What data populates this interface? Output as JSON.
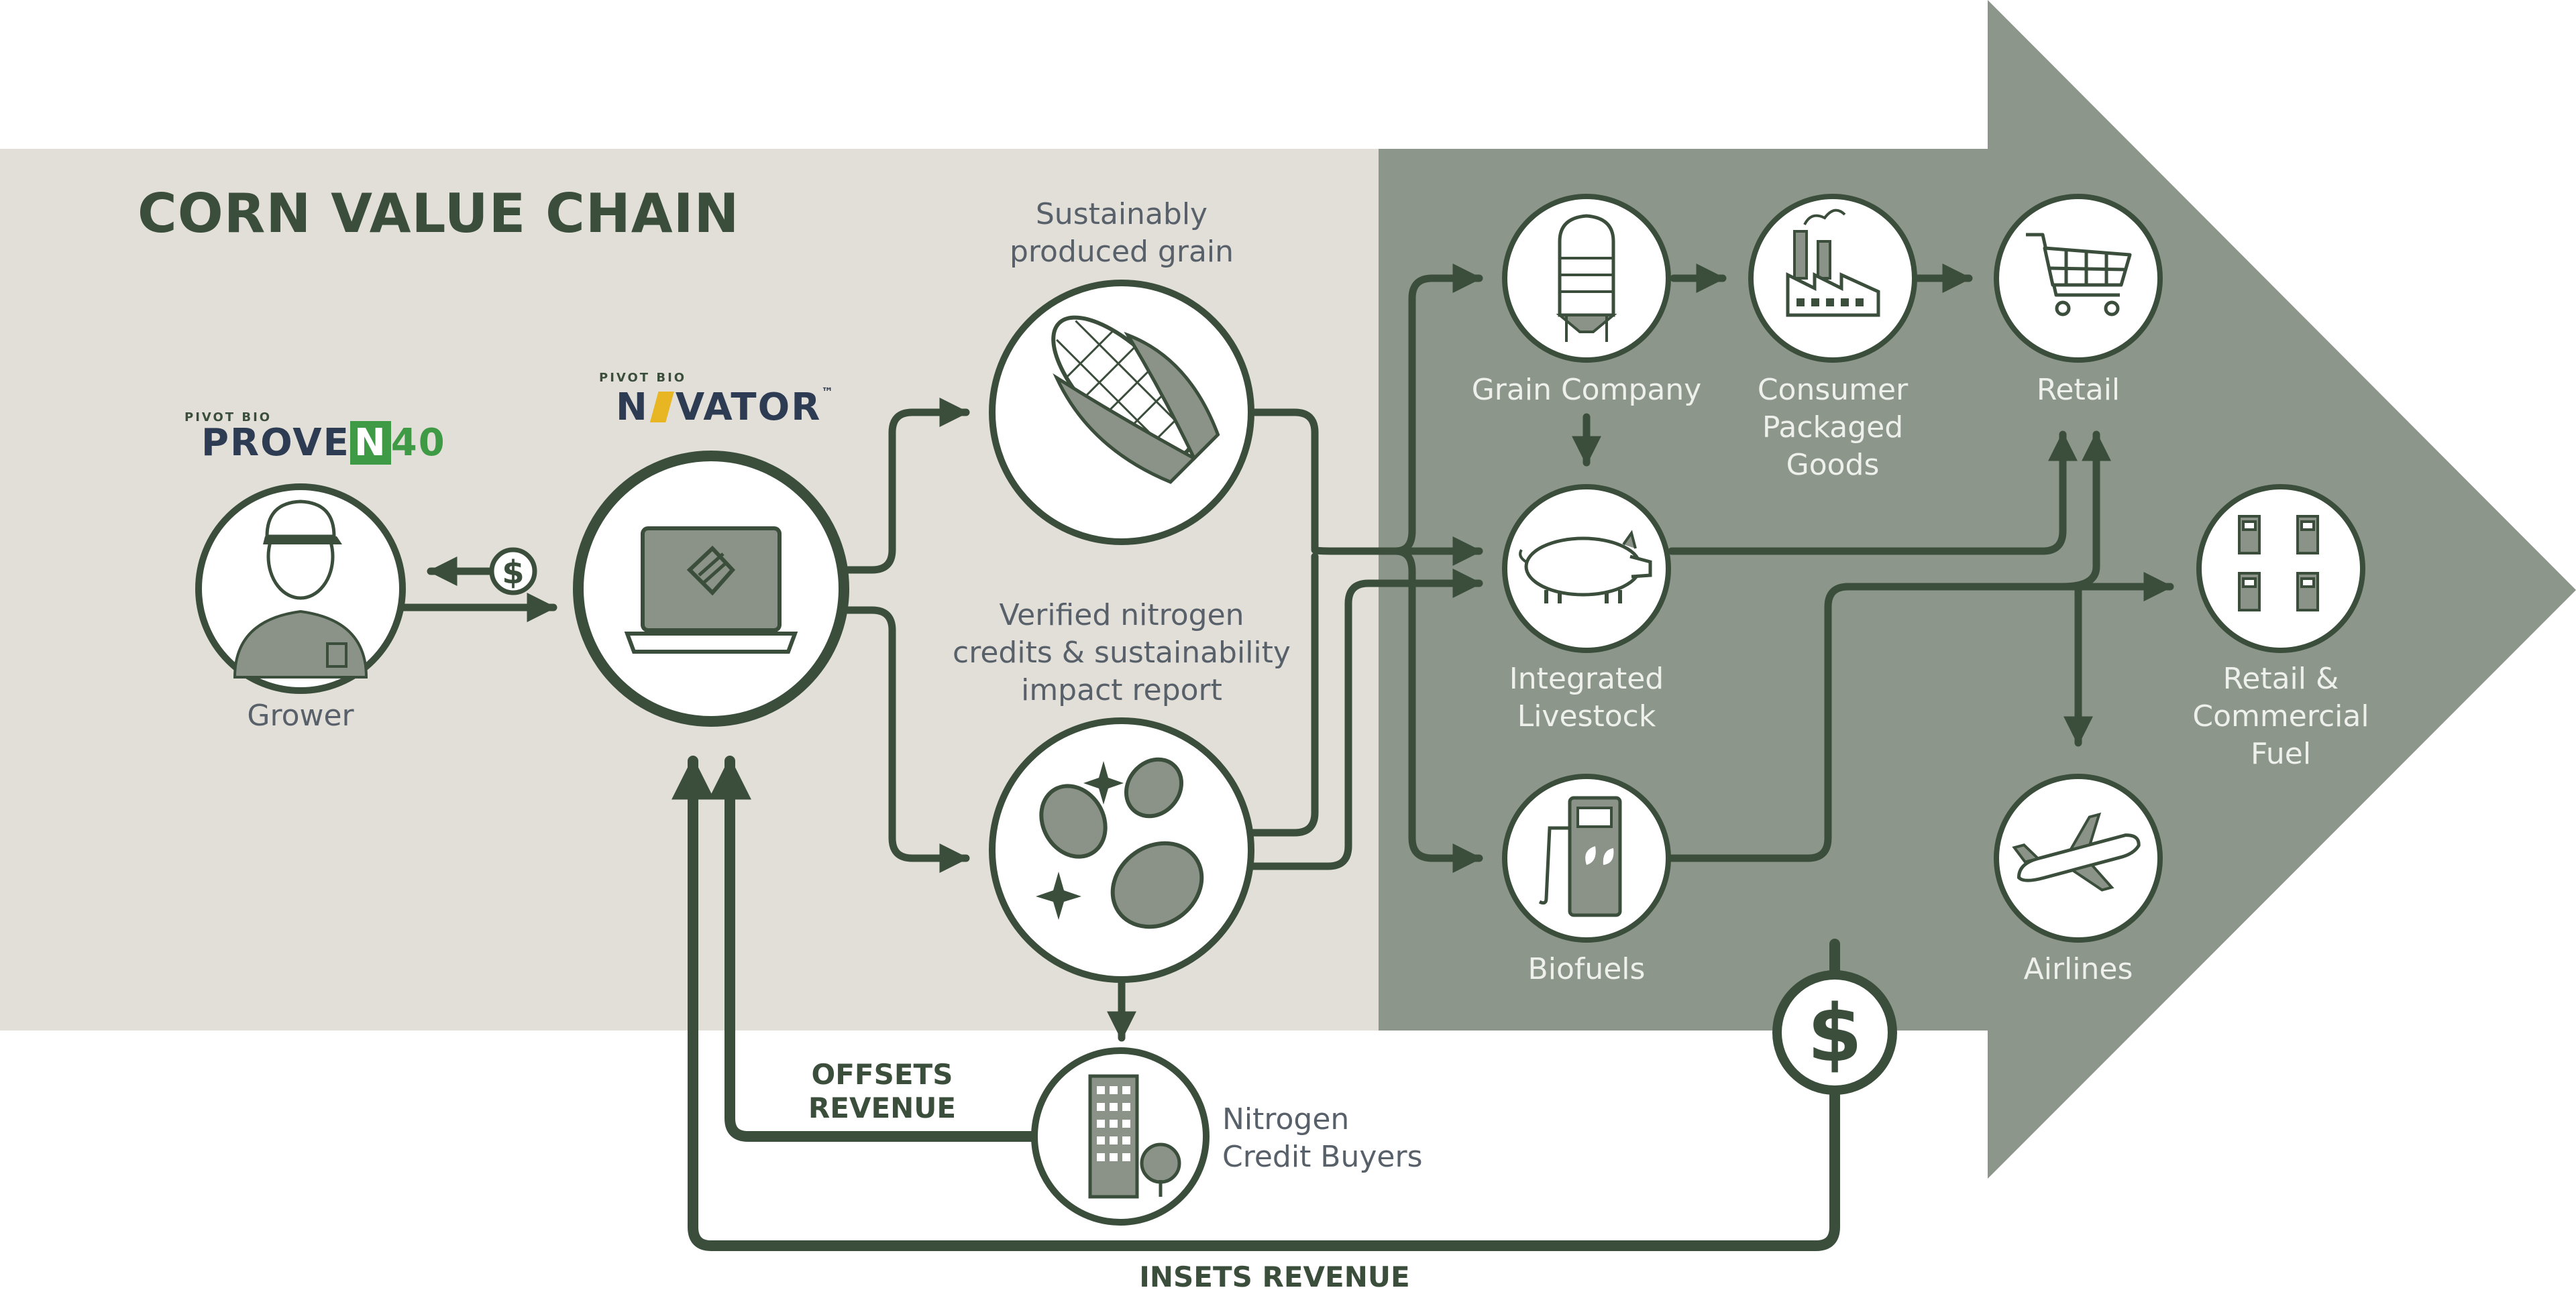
{
  "title": "CORN VALUE CHAIN",
  "brands": {
    "pivot_small_1": "PIVOT BIO",
    "prove_prefix": "PROVE",
    "prove_n": "N",
    "prove_num": "40",
    "pivot_small_2": "PIVOT BIO",
    "novator_n": "N",
    "novator_rest": "VATOR",
    "novator_tm": "™"
  },
  "nodes": {
    "grower": "Grower",
    "sustainable_grain": "Sustainably\nproduced grain",
    "verified_credits": "Verified nitrogen\ncredits & sustainability\nimpact report",
    "grain_company": "Grain Company",
    "cpg": "Consumer\nPackaged\nGoods",
    "retail": "Retail",
    "integrated_livestock": "Integrated\nLivestock",
    "retail_fuel": "Retail &\nCommercial\nFuel",
    "biofuels": "Biofuels",
    "airlines": "Airlines",
    "nitrogen_buyers": "Nitrogen\nCredit Buyers"
  },
  "revenue": {
    "offsets": "OFFSETS\nREVENUE",
    "insets": "INSETS REVENUE"
  },
  "symbols": {
    "dollar_small": "$",
    "dollar_large": "$"
  },
  "colors": {
    "light_band": "#e2dfd9",
    "dark_band": "#8d968a",
    "dark_green": "#3b4e3c",
    "icon_fill": "#8b9388",
    "gold": "#e8b622",
    "brand_green": "#3f9a45",
    "brand_navy": "#2d3c52"
  }
}
